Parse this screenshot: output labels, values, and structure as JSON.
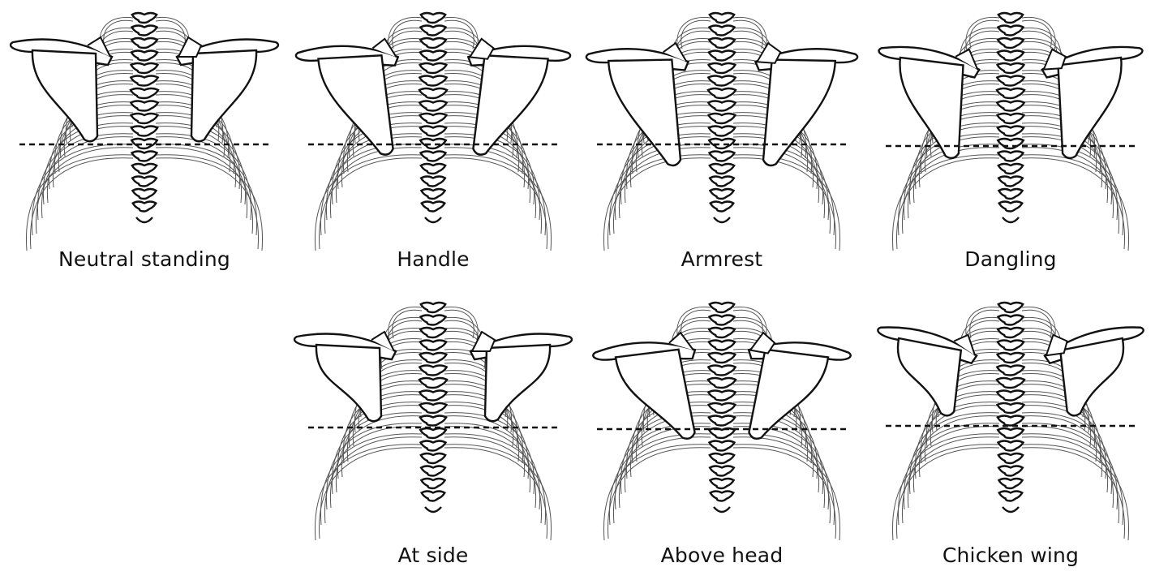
{
  "figure": {
    "panels": [
      {
        "id": "neutral-standing",
        "label": "Neutral standing",
        "row": 0,
        "col": 0
      },
      {
        "id": "handle",
        "label": "Handle",
        "row": 0,
        "col": 1
      },
      {
        "id": "armrest",
        "label": "Armrest",
        "row": 0,
        "col": 2
      },
      {
        "id": "dangling",
        "label": "Dangling",
        "row": 0,
        "col": 3
      },
      {
        "id": "at-side",
        "label": "At side",
        "row": 1,
        "col": 1
      },
      {
        "id": "above-head",
        "label": "Above head",
        "row": 1,
        "col": 2
      },
      {
        "id": "chicken-wing",
        "label": "Chicken wing",
        "row": 1,
        "col": 3
      }
    ],
    "colors": {
      "line": "#111111",
      "rib": "#555555",
      "background": "#ffffff"
    }
  }
}
